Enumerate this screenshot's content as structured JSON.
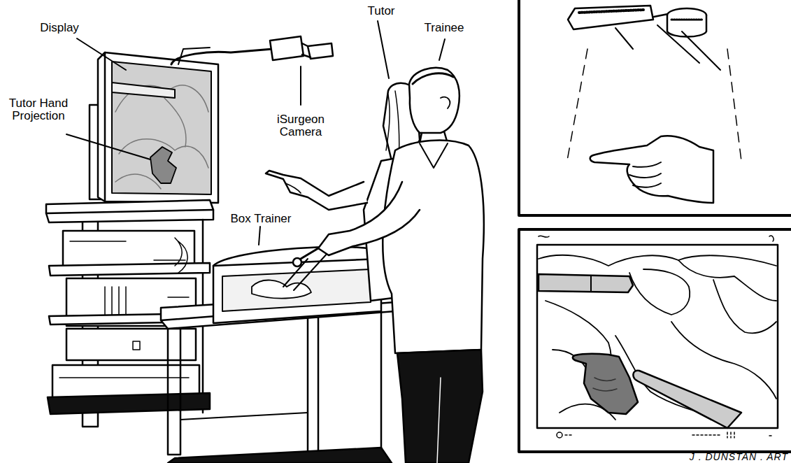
{
  "diagram": {
    "labels": [
      "Display",
      "Tutor Hand Projection",
      "iSurgeon Camera",
      "Tutor",
      "Trainee",
      "Box Trainer",
      "J . DUNSTAN . ART"
    ]
  }
}
